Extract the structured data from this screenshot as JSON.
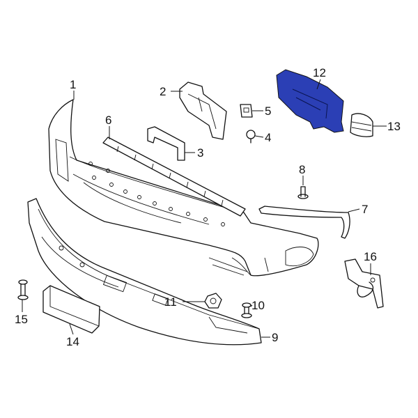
{
  "diagram": {
    "highlight_color": "#2b3fb5",
    "highlighted_part": "12",
    "callouts": [
      "1",
      "2",
      "3",
      "4",
      "5",
      "6",
      "7",
      "8",
      "9",
      "10",
      "11",
      "12",
      "13",
      "14",
      "15",
      "16"
    ]
  }
}
